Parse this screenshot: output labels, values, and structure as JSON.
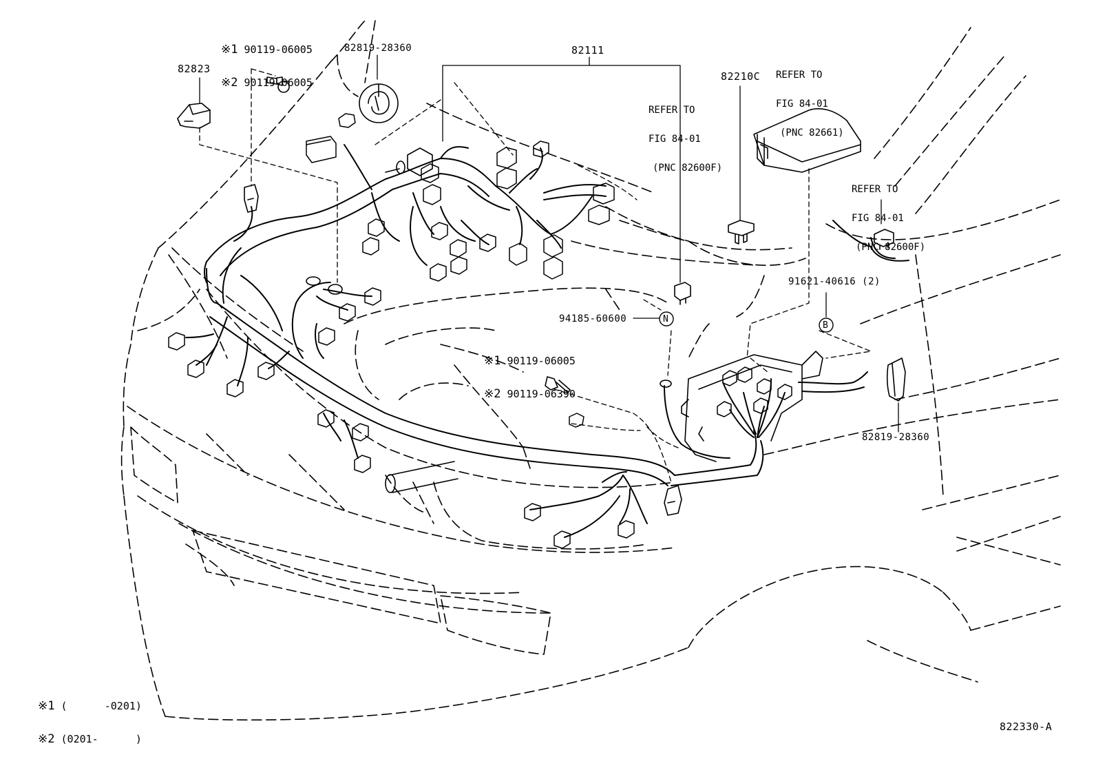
{
  "labels": {
    "l82823": "82823",
    "l82111": "82111",
    "l82210c": "82210C",
    "l82819_top": "82819-28360",
    "l82819_right": "82819-28360",
    "l94185": "94185-60600",
    "l91621": "91621-40616 (2)",
    "l822330a": "822330-A"
  },
  "bolt_top": [
    {
      "mark": "※1",
      "part": "90119-06005"
    },
    {
      "mark": "※2",
      "part": "90119-06005"
    }
  ],
  "bolt_mid": [
    {
      "mark": "※1",
      "part": "90119-06005"
    },
    {
      "mark": "※2",
      "part": "90119-06390"
    }
  ],
  "refers": {
    "r1": [
      "REFER TO",
      "FIG 84-01",
      "(PNC 82600F)"
    ],
    "r2": [
      "REFER TO",
      "FIG 84-01",
      "(PNC 82661)"
    ],
    "r3": [
      "REFER TO",
      "FIG 84-01",
      "(PNC 82600F)"
    ]
  },
  "markers": {
    "n": "N",
    "b": "B"
  },
  "footnotes": [
    {
      "mark": "※1",
      "range": "(      -0201)"
    },
    {
      "mark": "※2",
      "range": "(0201-      )"
    }
  ]
}
